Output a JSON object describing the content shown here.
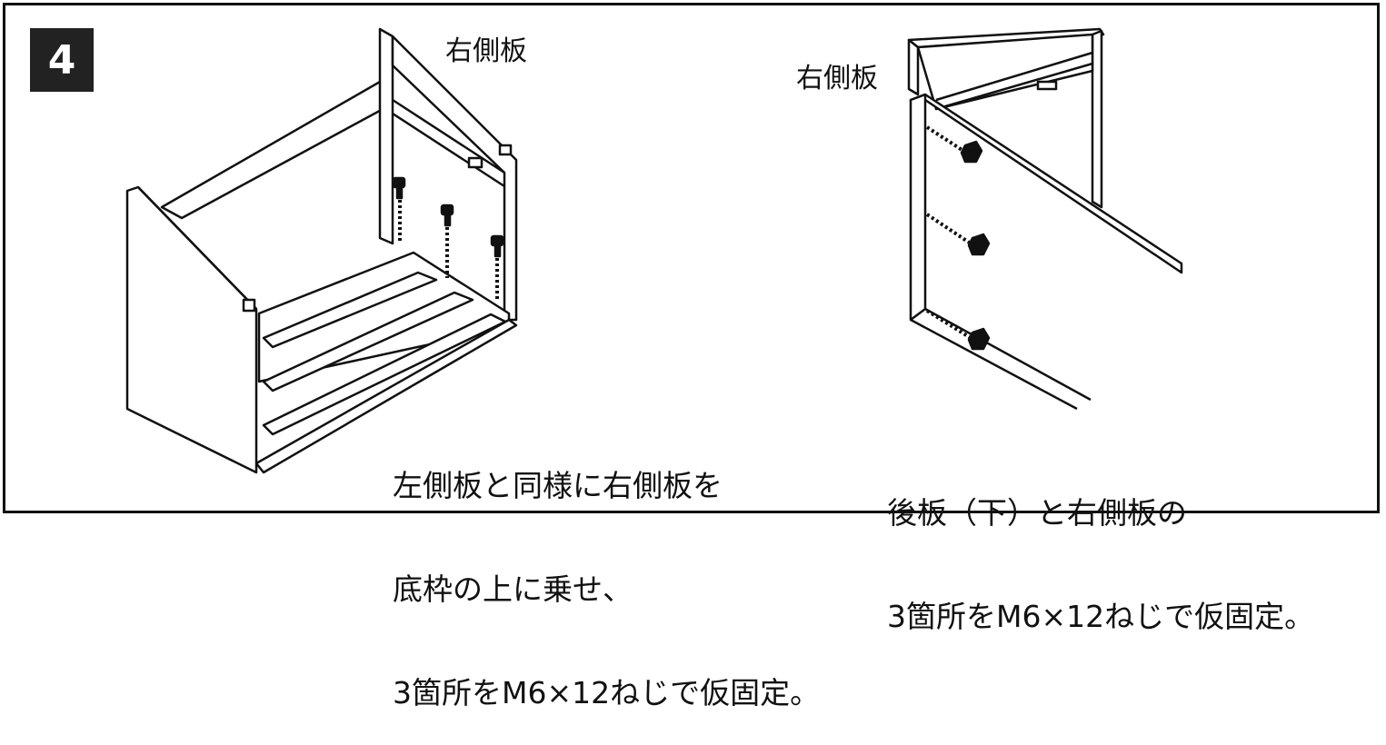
{
  "step_number": "4",
  "left_figure": {
    "part_label": "右側板",
    "caption_lines": [
      "左側板と同様に右側板を",
      "底枠の上に乗せ、",
      "3箇所をM6×12ねじで仮固定。"
    ]
  },
  "right_figure": {
    "part_label": "右側板",
    "caption_lines": [
      "後板（下）と右側板の",
      "3箇所をM6×12ねじで仮固定。"
    ]
  },
  "colors": {
    "line": "#111111",
    "badge": "#222222",
    "panel": "#ffffff"
  }
}
